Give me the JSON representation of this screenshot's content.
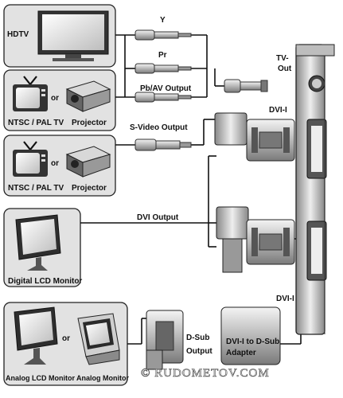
{
  "devices": {
    "hdtv": "HDTV",
    "tv1": "NTSC / PAL TV",
    "or1": "or",
    "projector1": "Projector",
    "tv2": "NTSC / PAL TV",
    "or2": "or",
    "projector2": "Projector",
    "digital_lcd": "Digital LCD Monitor",
    "analog_lcd": "Analog LCD Monitor",
    "or3": "or",
    "analog_monitor": "Analog Monitor"
  },
  "connectors": {
    "y": "Y",
    "pr": "Pr",
    "pb_av": "Pb/AV Output",
    "tv_out_1": "TV-",
    "tv_out_2": "Out",
    "svideo": "S-Video Output",
    "dvi_i_top": "DVI-I",
    "dvi_output": "DVI Output",
    "dvi_i_bottom": "DVI-I",
    "dsub_1": "D-Sub",
    "dsub_2": "Output",
    "adapter_1": "DVI-I to D-Sub",
    "adapter_2": "Adapter"
  },
  "watermark": "© RUDOMETOV.COM"
}
